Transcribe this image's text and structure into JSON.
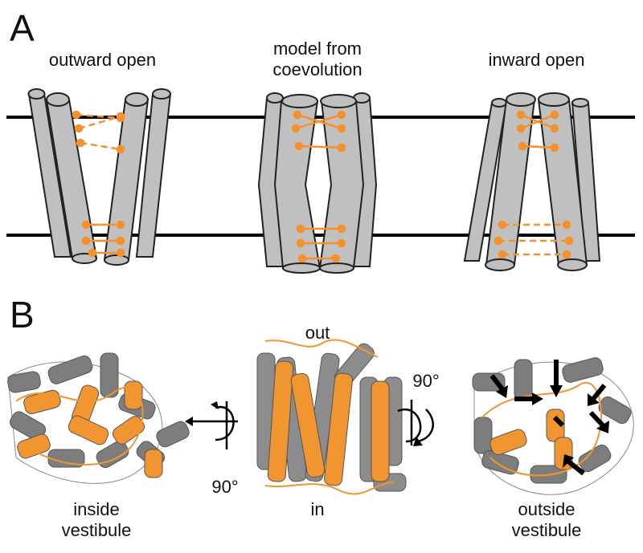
{
  "panel_a": {
    "letter": "A",
    "states": [
      {
        "label": "outward open"
      },
      {
        "label_line1": "model from",
        "label_line2": "coevolution"
      },
      {
        "label": "inward open"
      }
    ]
  },
  "panel_b": {
    "letter": "B",
    "side_view": {
      "top_label": "out",
      "bottom_label": "in"
    },
    "left_view": {
      "label_line1": "inside",
      "label_line2": "vestibule",
      "rotation": "90°"
    },
    "right_view": {
      "label_line1": "outside",
      "label_line2": "vestibule",
      "rotation": "90°"
    }
  },
  "colors": {
    "helix_gray": "#c0c0c0",
    "helix_orange": "#f0952f",
    "contact_orange": "#f5902a",
    "membrane": "#000000"
  }
}
